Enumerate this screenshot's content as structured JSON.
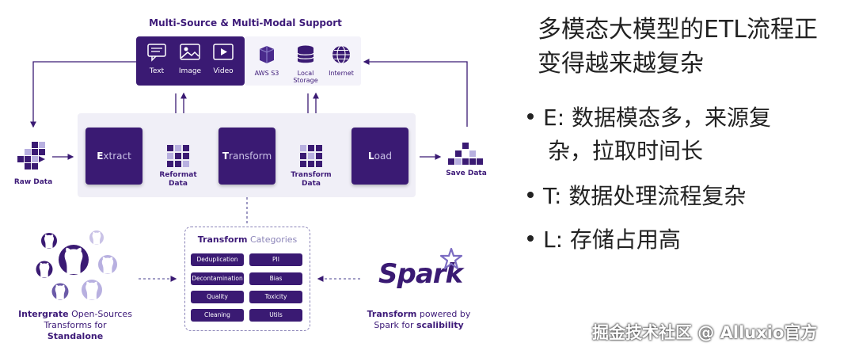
{
  "diagram": {
    "title": "Multi-Source & Multi-Modal Support",
    "sources_dark": [
      {
        "label": "Text",
        "icon": "chat-text-icon"
      },
      {
        "label": "Image",
        "icon": "image-icon"
      },
      {
        "label": "Video",
        "icon": "video-icon"
      }
    ],
    "sources_light": [
      {
        "label": "AWS S3",
        "icon": "aws-s3-icon"
      },
      {
        "label": "Local Storage",
        "icon": "database-icon"
      },
      {
        "label": "Internet",
        "icon": "globe-icon"
      }
    ],
    "raw_data": "Raw Data",
    "save_data": "Save Data",
    "stages": {
      "extract_initial": "E",
      "extract_rest": "xtract",
      "transform_initial": "T",
      "transform_rest": "ransform",
      "load_initial": "L",
      "load_rest": "oad"
    },
    "reformat_line1": "Reformat",
    "reformat_line2": "Data",
    "transform_data_line1": "Transform",
    "transform_data_line2": "Data",
    "categories": {
      "title_bold": "Transform",
      "title_rest": " Categories",
      "items": [
        "Deduplication",
        "PII",
        "Decontamination",
        "Bias",
        "Quality",
        "Toxicity",
        "Cleaning",
        "Utils"
      ]
    },
    "left_caption": {
      "l1_bold": "Intergrate",
      "l1_rest": " Open-Sources",
      "l2_rest": "Transforms for ",
      "l2_bold": "Standalone"
    },
    "spark": {
      "logo_text": "Spark",
      "l1_bold": "Transform",
      "l1_rest": " powered by",
      "l2_rest": "Spark for ",
      "l2_bold": "scalibility"
    }
  },
  "notes": {
    "title_line1": "多模态大模型的ETL流程正",
    "title_line2": "变得越来越复杂",
    "bullets": [
      {
        "l1": "E: 数据模态多，来源复",
        "l2": "杂，拉取时间长"
      },
      {
        "l1": "T: 数据处理流程复杂",
        "l2": ""
      },
      {
        "l1": "L: 存储占用高",
        "l2": ""
      }
    ]
  },
  "watermark": "掘金技术社区 @ Alluxio官方",
  "colors": {
    "primary": "#3a1a73",
    "band": "#f0eff7",
    "accent_light": "#b8b0e0"
  }
}
